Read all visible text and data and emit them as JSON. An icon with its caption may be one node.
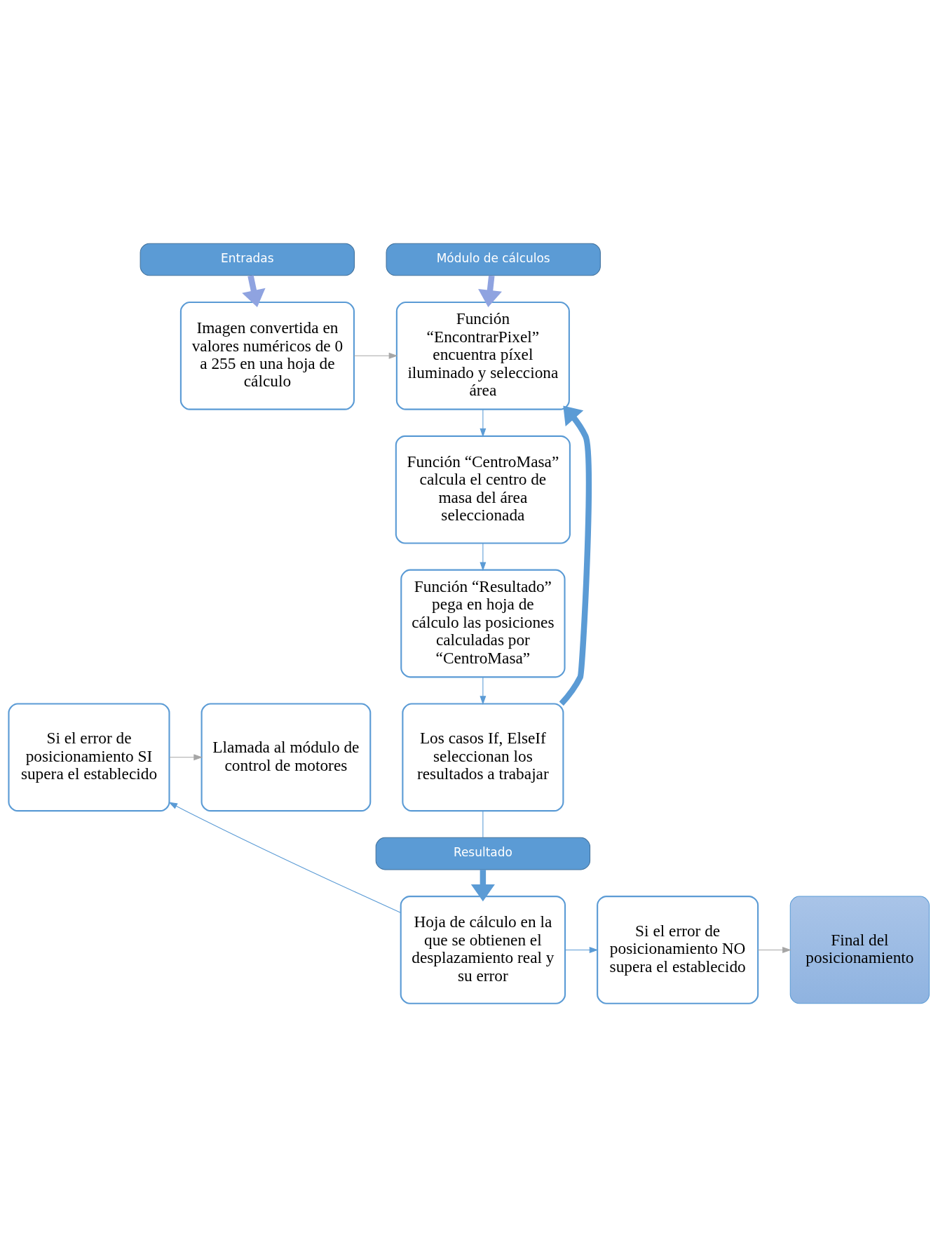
{
  "diagram": {
    "nodes": [
      {
        "text": [
          "Entradas"
        ]
      },
      {
        "text": [
          "Módulo de cálculos"
        ]
      },
      {
        "text": [
          "Imagen convertida en valores numéricos de 0 a 255 en una hoja de cálculo"
        ]
      },
      {
        "text": [
          "Función “EncontrarPixel” encuentra píxel iluminado y selecciona área"
        ]
      },
      {
        "text": [
          "Función “CentroMasa” calcula el centro de masa del área seleccionada"
        ]
      },
      {
        "text": [
          "Función “Resultado” pega en hoja de cálculo las posiciones calculadas por “CentroMasa”"
        ]
      },
      {
        "text": [
          "Los casos If, ElseIf seleccionan los resultados a trabajar"
        ]
      },
      {
        "text": [
          "Resultado"
        ]
      },
      {
        "text": [
          "Llamada al módulo de control de motores"
        ]
      },
      {
        "text": [
          "Si el error de posicionamiento SI supera el establecido"
        ]
      },
      {
        "text": [
          "Final del posicionamiento"
        ]
      },
      {
        "text": [
          "Si el error de posicionamiento NO supera el establecido"
        ]
      },
      {
        "text": [
          "Hoja de cálculo en la que se obtienen el desplazamiento real y su error"
        ]
      }
    ],
    "edges": [
      {
        "from": 0,
        "to": 2,
        "arrow": "to",
        "style": "thick",
        "color": "#8fa3e0"
      },
      {
        "from": 1,
        "to": 3,
        "arrow": "to",
        "style": "thick",
        "color": "#8fa3e0"
      },
      {
        "from": 2,
        "to": 3,
        "arrow": "to",
        "color": "#a6a6a6"
      },
      {
        "from": 3,
        "to": 4,
        "arrow": "to"
      },
      {
        "from": 4,
        "to": 5,
        "arrow": "to"
      },
      {
        "from": 5,
        "to": 6,
        "arrow": "to"
      },
      {
        "from": 6,
        "to": 3,
        "arrow": "to",
        "style": "thick"
      },
      {
        "from": 6,
        "to": 7,
        "arrow": "none"
      },
      {
        "from": 7,
        "to": 12,
        "arrow": "to",
        "style": "thick"
      },
      {
        "from": 12,
        "to": 9,
        "arrow": "to"
      },
      {
        "from": 12,
        "to": 11,
        "arrow": "to"
      },
      {
        "from": 9,
        "to": 8,
        "arrow": "to",
        "color": "#a6a6a6"
      },
      {
        "from": 11,
        "to": 10,
        "arrow": "to",
        "color": "#a6a6a6"
      }
    ]
  }
}
